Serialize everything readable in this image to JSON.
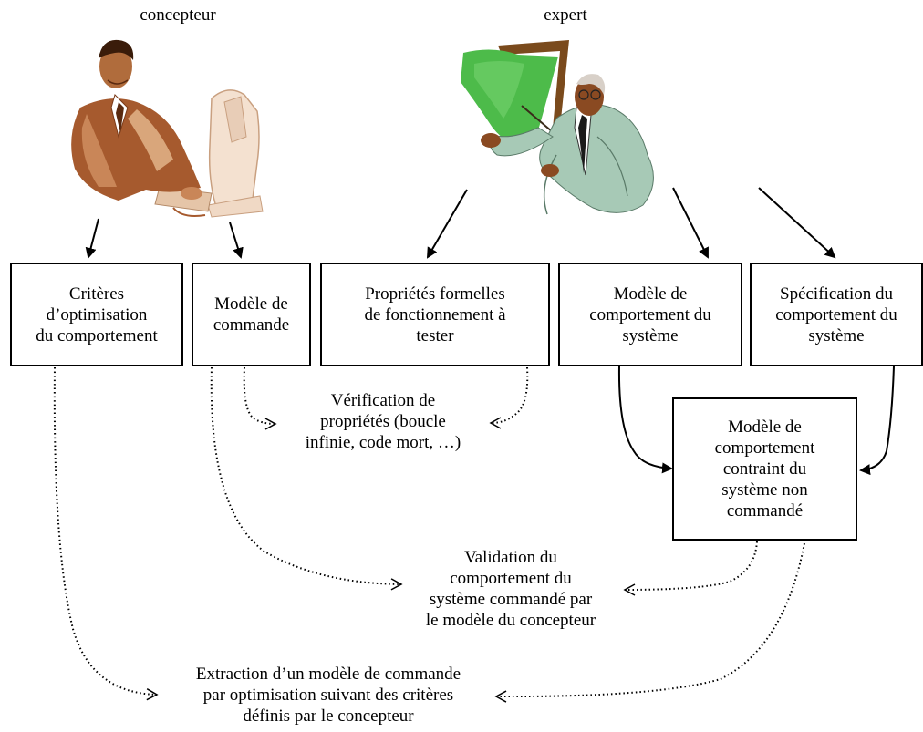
{
  "roles": {
    "designer": "concepteur",
    "expert": "expert"
  },
  "boxes": {
    "criteria": "Critères\nd’optimisation\ndu comportement",
    "control_model": "Modèle de\ncommande",
    "formal_properties": "Propriétés formelles\nde fonctionnement à\ntester",
    "system_model": "Modèle de\ncomportement du\nsystème",
    "specification": "Spécification du\ncomportement du\nsystème",
    "constrained_model": "Modèle de\ncomportement\ncontraint du\nsystème non\ncommandé"
  },
  "notes": {
    "verification": "Vérification de\npropriétés (boucle\ninfinie, code mort, …)",
    "validation": "Validation du\ncomportement du\nsystème commandé par\nle modèle du concepteur",
    "extraction": "Extraction d’un modèle de commande\npar optimisation suivant des critères\ndéfinis par le concepteur"
  },
  "illustrations": {
    "designer": "person-at-computer-icon",
    "expert": "presenter-with-board-icon"
  }
}
